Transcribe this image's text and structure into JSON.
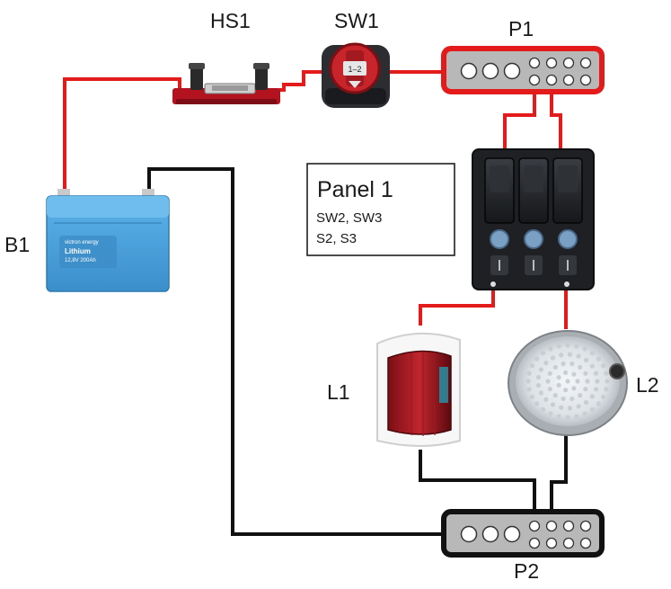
{
  "colors": {
    "positive_wire": "#e31b1b",
    "negative_wire": "#111111",
    "busbar_fill": "#b8b8b8",
    "battery_blue": "#4aa2dc",
    "fuse_base": "#b3121f",
    "panel_body": "#1e2024"
  },
  "components": {
    "fuse_holder": {
      "label": "HS1"
    },
    "battery_switch": {
      "label": "SW1",
      "face_text": "1–2"
    },
    "positive_bus": {
      "label": "P1"
    },
    "negative_bus": {
      "label": "P2"
    },
    "battery": {
      "label": "B1",
      "brand": "victron energy",
      "type": "Lithium",
      "spec": "12,8V 200Ah"
    },
    "switch_panel": {
      "icon": "switch-panel-icon"
    },
    "nav_light": {
      "label": "L1"
    },
    "cabin_light": {
      "label": "L2"
    }
  },
  "note": {
    "title": "Panel 1",
    "lines": [
      "SW2, SW3",
      "S2, S3"
    ]
  }
}
